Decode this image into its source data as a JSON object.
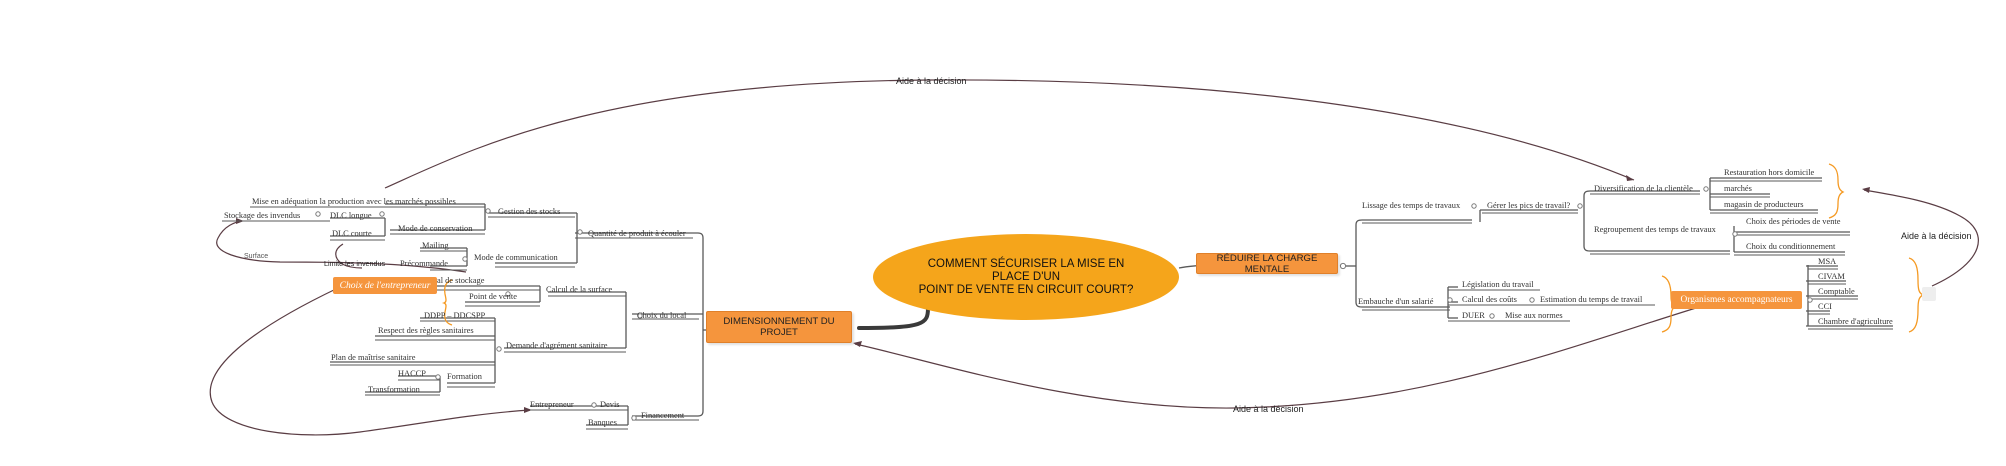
{
  "central": {
    "line1": "COMMENT SÉCURISER LA MISE EN PLACE D'UN",
    "line2": "POINT DE VENTE EN CIRCUIT COURT?"
  },
  "left": {
    "title": "DIMENSIONNEMENT DU PROJET",
    "floating_topic": "Choix de l'entrepreneur",
    "quantite": {
      "label": "Quantité de produit à écouler",
      "gestion": {
        "label": "Gestion des stocks",
        "mise_adequation": "Mise en adéquation la production avec les marchés possibles",
        "mode_conservation": "Mode de conservation",
        "stockage": "Stockage des invendus",
        "dlc_longue": "DLC longue",
        "dlc_courte": "DLC courte"
      },
      "communication": {
        "label": "Mode de communication",
        "mailing": "Mailing",
        "precommande": "Précommande"
      }
    },
    "local": {
      "label": "Choix du local",
      "surface": {
        "label": "Calcul de la surface",
        "local_stockage": "Local de stockage",
        "point_vente": "Point de vente"
      },
      "agrement": {
        "label": "Demande d'agrément sanitaire",
        "ddpp": "DDPP – DDCSPP",
        "regles": "Respect des règles sanitaires",
        "plan": "Plan de maîtrise sanitaire",
        "formation": "Formation",
        "haccp": "HACCP",
        "transformation": "Transformation"
      }
    },
    "financement": {
      "label": "Financement",
      "devis": "Devis",
      "entrepreneur": "Entrepreneur",
      "banques": "Banques"
    }
  },
  "right": {
    "title": "RÉDUIRE LA CHARGE MENTALE",
    "lissage": {
      "label": "Lissage des temps de travaux",
      "pics": "Gérer les pics de travail?",
      "diversification": "Diversification de la clientèle",
      "restauration": "Restauration hors domicile",
      "marches": "marchés",
      "magasin": "magasin de producteurs",
      "regroupement": "Regroupement des temps de travaux",
      "periodes": "Choix des périodes de vente",
      "conditionnement": "Choix du conditionnement"
    },
    "embauche": {
      "label": "Embauche d'un salarié",
      "legislation": "Législation du travail",
      "couts": "Calcul des coûts",
      "estimation": "Estimation du temps de travail",
      "duer": "DUER",
      "normes": "Mise aux normes"
    },
    "organismes": {
      "label": "Organismes accompagnateurs",
      "items": [
        "MSA",
        "CIVAM",
        "Comptable",
        "CCI",
        "Chambre d'agriculture"
      ]
    }
  },
  "relations": {
    "top": "Aide à la décision",
    "bottom": "Aide à la décision",
    "right": "Aide à la décision",
    "limite": "Limite les invendus",
    "surface": "Surface"
  }
}
